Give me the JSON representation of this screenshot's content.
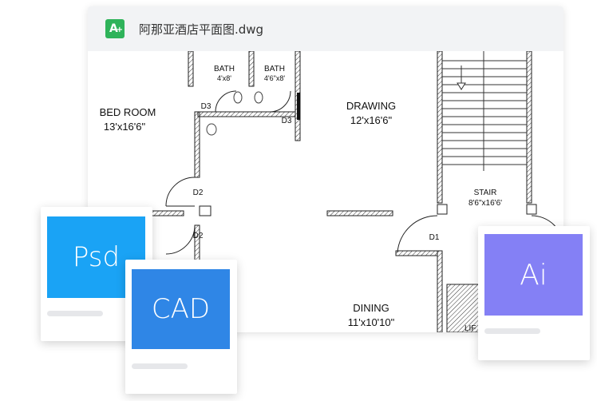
{
  "window": {
    "title": "阿那亚酒店平面图.dwg",
    "app_icon_letter": "A",
    "app_icon_plus": "+"
  },
  "floorplan": {
    "rooms": [
      {
        "name": "BED ROOM",
        "size": "13'x16'6\""
      },
      {
        "name": "DRAWING",
        "size": "12'x16'6\""
      },
      {
        "name": "DINING",
        "size": "11'x10'10\""
      },
      {
        "name": "STAIR",
        "size": "8'6\"x16'6'"
      },
      {
        "name": "BATH",
        "size": "4'x8'"
      },
      {
        "name": "BATH",
        "size": "4'6\"x8'"
      }
    ],
    "doors": [
      "D3",
      "D3",
      "D2",
      "D2",
      "D1"
    ],
    "partial_label": "LIF"
  },
  "cards": {
    "psd": {
      "label": "Psd",
      "color": "#1aa3f5"
    },
    "cad": {
      "label": "CAD",
      "color": "#2f86e6"
    },
    "ai": {
      "label": "Ai",
      "color": "#8480f5"
    }
  }
}
